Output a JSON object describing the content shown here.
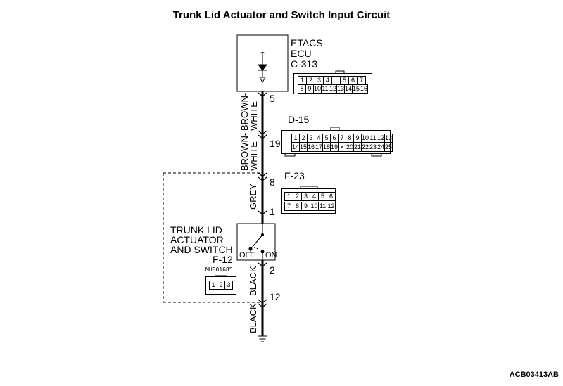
{
  "title": "Trunk Lid Actuator and Switch Input Circuit",
  "ecu": {
    "line1": "ETACS-",
    "line2": "ECU",
    "connector": "C-313",
    "pin": "5"
  },
  "c313_pins": {
    "top": [
      "1",
      "2",
      "3",
      "4",
      "",
      "5",
      "6",
      "7"
    ],
    "bottom": [
      "8",
      "9",
      "10",
      "11",
      "12",
      "13",
      "14",
      "15",
      "16"
    ]
  },
  "d15": {
    "label": "D-15",
    "pin": "19",
    "top": [
      "1",
      "2",
      "3",
      "4",
      "5",
      "6",
      "7",
      "8",
      "9",
      "10",
      "11",
      "12",
      "13"
    ],
    "bottom": [
      "14",
      "15",
      "16",
      "17",
      "18",
      "19",
      "×",
      "20",
      "21",
      "22",
      "23",
      "24",
      "25"
    ]
  },
  "f23": {
    "label": "F-23",
    "pin_top": "8",
    "pin_bottom": "1",
    "top": [
      "1",
      "2",
      "3",
      "4",
      "5",
      "6"
    ],
    "bottom": [
      "7",
      "8",
      "9",
      "10",
      "11",
      "12"
    ]
  },
  "switch": {
    "line1": "TRUNK LID",
    "line2": "ACTUATOR",
    "line3": "AND SWITCH",
    "connector": "F-12",
    "off": "OFF",
    "on": "ON",
    "pin": "2"
  },
  "f12": {
    "part": "MU801685",
    "pins": [
      "1",
      "2",
      "3"
    ]
  },
  "wires": {
    "w1": "BROWN-",
    "w1b": "WHITE",
    "w2": "BROWN-",
    "w2b": "WHITE",
    "w3": "GREY",
    "w4": "BLACK",
    "w5": "BLACK"
  },
  "junction_pin": "12",
  "code": "ACB03413AB"
}
